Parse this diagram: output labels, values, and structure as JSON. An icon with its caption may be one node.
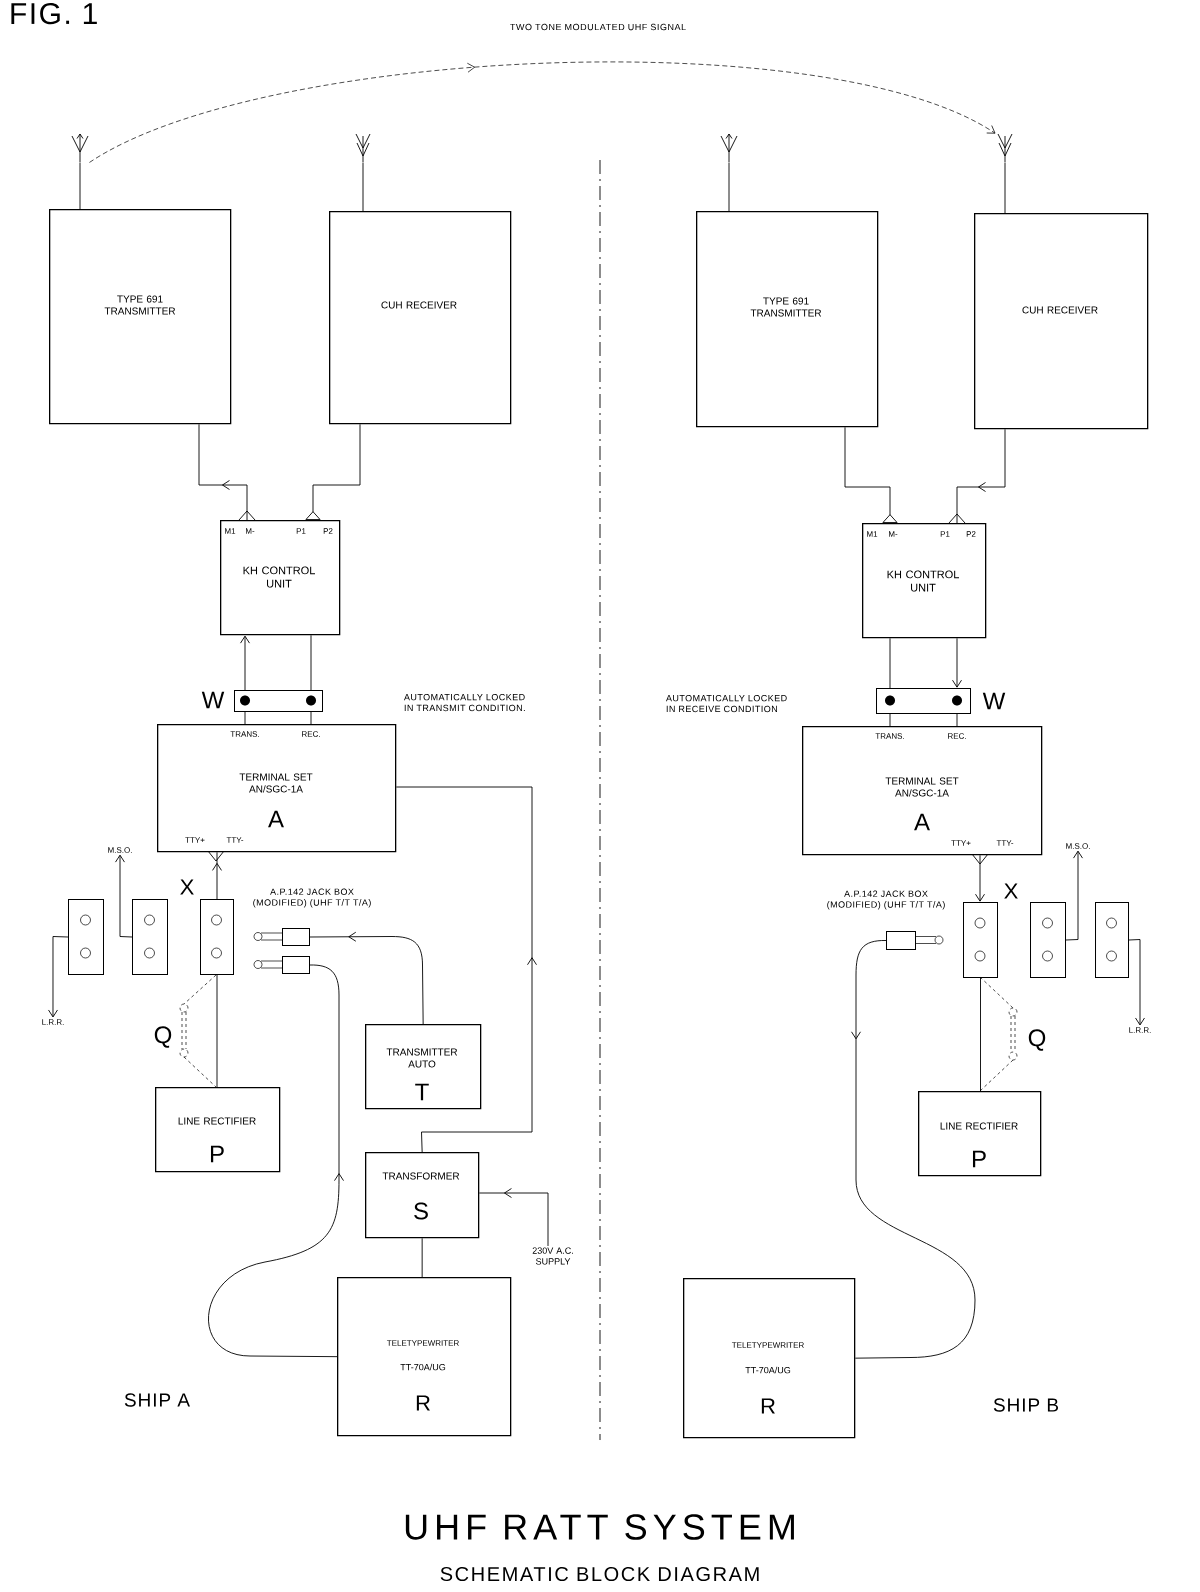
{
  "diagram": {
    "title": "UHF RATT SYSTEM",
    "caption": "SCHEMATIC BLOCK DIAGRAM",
    "nodes": [
      {
        "text": [],
        "shape": "antenna"
      },
      {
        "text": [],
        "shape": "antenna"
      },
      {
        "text": [
          "TYPE 691 TRANSMITTER"
        ]
      },
      {
        "text": [
          "CUH RECEIVER"
        ]
      },
      {
        "text": [
          "M1",
          "M-",
          "P1",
          "P2",
          "KH CONTROL UNIT"
        ]
      },
      {
        "text": [
          "W"
        ]
      },
      {
        "text": [
          "TRANS.",
          "REC.",
          "TERMINAL SET AN/SGC-1A",
          "A",
          "TTY+",
          "TTY-"
        ]
      },
      {
        "text": [],
        "shape": "box"
      },
      {
        "text": [],
        "shape": "box"
      },
      {
        "text": [
          "X"
        ]
      },
      {
        "text": [
          "M.S.O."
        ]
      },
      {
        "text": [
          "L.R.R."
        ]
      },
      {
        "text": [],
        "shape": "plug"
      },
      {
        "text": [],
        "shape": "plug"
      },
      {
        "text": [
          "LINE RECTIFIER",
          "P"
        ]
      },
      {
        "text": [
          "TRANSMITTER AUTO",
          "T"
        ]
      },
      {
        "text": [
          "TRANSFORMER",
          "S"
        ]
      },
      {
        "text": [
          "230V A.C. SUPPLY"
        ]
      },
      {
        "text": [
          "TELETYPEWRITER",
          "TT-70A/UG",
          "R"
        ]
      },
      {
        "text": [],
        "shape": "antenna"
      },
      {
        "text": [],
        "shape": "antenna"
      },
      {
        "text": [
          "TYPE 691 TRANSMITTER"
        ]
      },
      {
        "text": [
          "CUH RECEIVER"
        ]
      },
      {
        "text": [
          "M1",
          "M-",
          "P1",
          "P2",
          "KH CONTROL UNIT"
        ]
      },
      {
        "text": [
          "W"
        ]
      },
      {
        "text": [
          "TRANS.",
          "REC.",
          "TERMINAL SET AN/SGC-1A",
          "A",
          "TTY+",
          "TTY-"
        ]
      },
      {
        "text": [
          "X"
        ]
      },
      {
        "text": [],
        "shape": "box"
      },
      {
        "text": [],
        "shape": "box"
      },
      {
        "text": [
          "M.S.O."
        ]
      },
      {
        "text": [
          "L.R.R."
        ]
      },
      {
        "text": [],
        "shape": "plug"
      },
      {
        "text": [
          "LINE RECTIFIER",
          "P"
        ]
      },
      {
        "text": [
          "TELETYPEWRITER",
          "TT-70A/UG",
          "R"
        ]
      }
    ],
    "edges": [
      {
        "from": 0,
        "to": 20,
        "arrow": "to",
        "style": "dashed",
        "label": "TWO TONE MODULATED UHF SIGNAL"
      },
      {
        "from": 0,
        "to": 2,
        "arrow": "none"
      },
      {
        "from": 1,
        "to": 3,
        "arrow": "none"
      },
      {
        "from": 19,
        "to": 21,
        "arrow": "none"
      },
      {
        "from": 20,
        "to": 22,
        "arrow": "none"
      },
      {
        "from": 4,
        "to": 2,
        "arrow": "to"
      },
      {
        "from": 3,
        "to": 4,
        "arrow": "other"
      },
      {
        "from": 5,
        "to": 4,
        "arrow": "to"
      },
      {
        "from": 5,
        "to": 4,
        "arrow": "none"
      },
      {
        "from": 6,
        "to": 5,
        "arrow": "none"
      },
      {
        "from": 6,
        "to": 5,
        "arrow": "none"
      },
      {
        "from": 9,
        "to": 6,
        "arrow": "to"
      },
      {
        "from": 8,
        "to": 10,
        "arrow": "to"
      },
      {
        "from": 7,
        "to": 11,
        "arrow": "to"
      },
      {
        "from": 9,
        "to": 14,
        "arrow": "none"
      },
      {
        "from": 15,
        "to": 12,
        "arrow": "to"
      },
      {
        "from": 18,
        "to": 13,
        "arrow": "to"
      },
      {
        "from": 16,
        "to": 6,
        "arrow": "to"
      },
      {
        "from": 17,
        "to": 16,
        "arrow": "to"
      },
      {
        "from": 16,
        "to": 18,
        "arrow": "none"
      },
      {
        "from": 21,
        "to": 23,
        "arrow": "other"
      },
      {
        "from": 22,
        "to": 23,
        "arrow": "to"
      },
      {
        "from": 24,
        "to": 23,
        "arrow": "none"
      },
      {
        "from": 23,
        "to": 24,
        "arrow": "to"
      },
      {
        "from": 25,
        "to": 24,
        "arrow": "none"
      },
      {
        "from": 25,
        "to": 24,
        "arrow": "none"
      },
      {
        "from": 25,
        "to": 26,
        "arrow": "to"
      },
      {
        "from": 27,
        "to": 29,
        "arrow": "to"
      },
      {
        "from": 28,
        "to": 30,
        "arrow": "to"
      },
      {
        "from": 26,
        "to": 32,
        "arrow": "none"
      },
      {
        "from": 31,
        "to": 33,
        "arrow": "to"
      }
    ],
    "labels": [
      "FIG. 1",
      "AUTOMATICALLY LOCKED IN TRANSMIT CONDITION.",
      "A.P.142 JACK BOX (MODIFIED) (UHF T/T T/A)",
      "Q",
      "SHIP A",
      "AUTOMATICALLY LOCKED IN RECEIVE CONDITION",
      "A.P.142 JACK BOX (MODIFIED) (UHF T/T T/A)",
      "Q",
      "SHIP B"
    ]
  }
}
